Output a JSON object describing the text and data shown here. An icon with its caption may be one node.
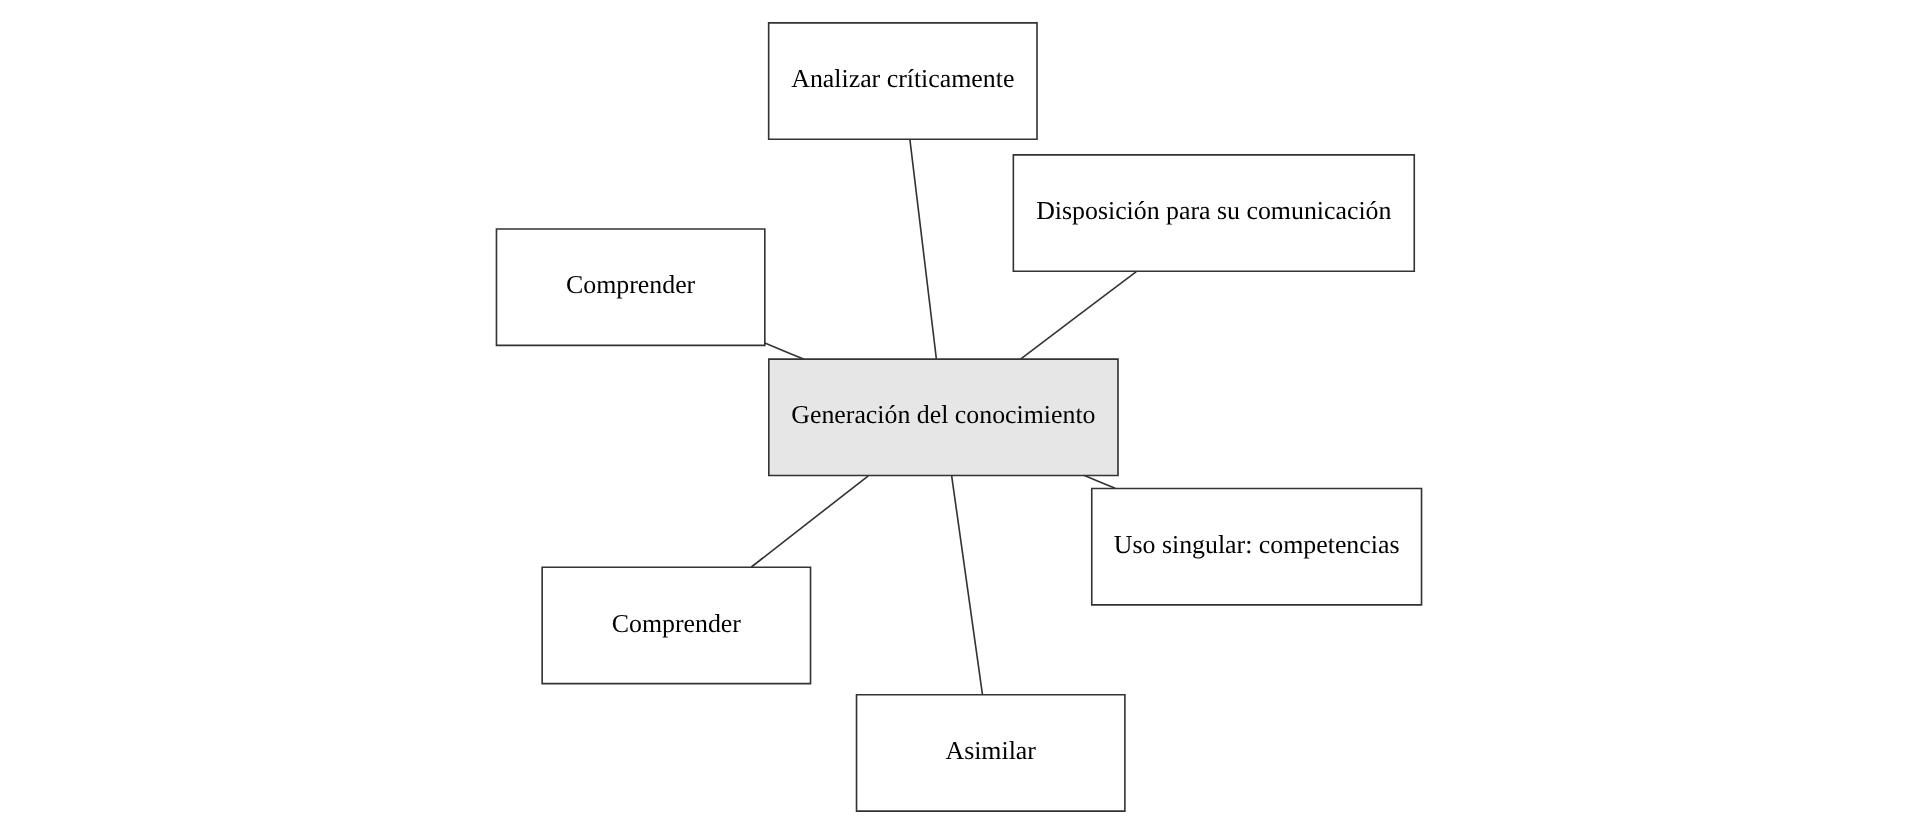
{
  "diagram": {
    "nodes": [
      {
        "text": [
          "Comprender"
        ]
      },
      {
        "text": [
          "Uso singular: competencias"
        ]
      },
      {
        "text": [
          "Asimilar"
        ]
      },
      {
        "text": [
          "Generación del conocimiento"
        ]
      },
      {
        "text": [
          "Disposición para su comunicación"
        ]
      },
      {
        "text": [
          "Analizar críticamente"
        ]
      },
      {
        "text": [
          "Comprender"
        ]
      }
    ],
    "edges": [
      {
        "from": 3,
        "to": 0,
        "arrow": "none"
      },
      {
        "from": 3,
        "to": 1,
        "arrow": "none"
      },
      {
        "from": 3,
        "to": 2,
        "arrow": "none"
      },
      {
        "from": 3,
        "to": 4,
        "arrow": "none"
      },
      {
        "from": 3,
        "to": 5,
        "arrow": "none"
      },
      {
        "from": 3,
        "to": 6,
        "arrow": "none"
      }
    ]
  }
}
